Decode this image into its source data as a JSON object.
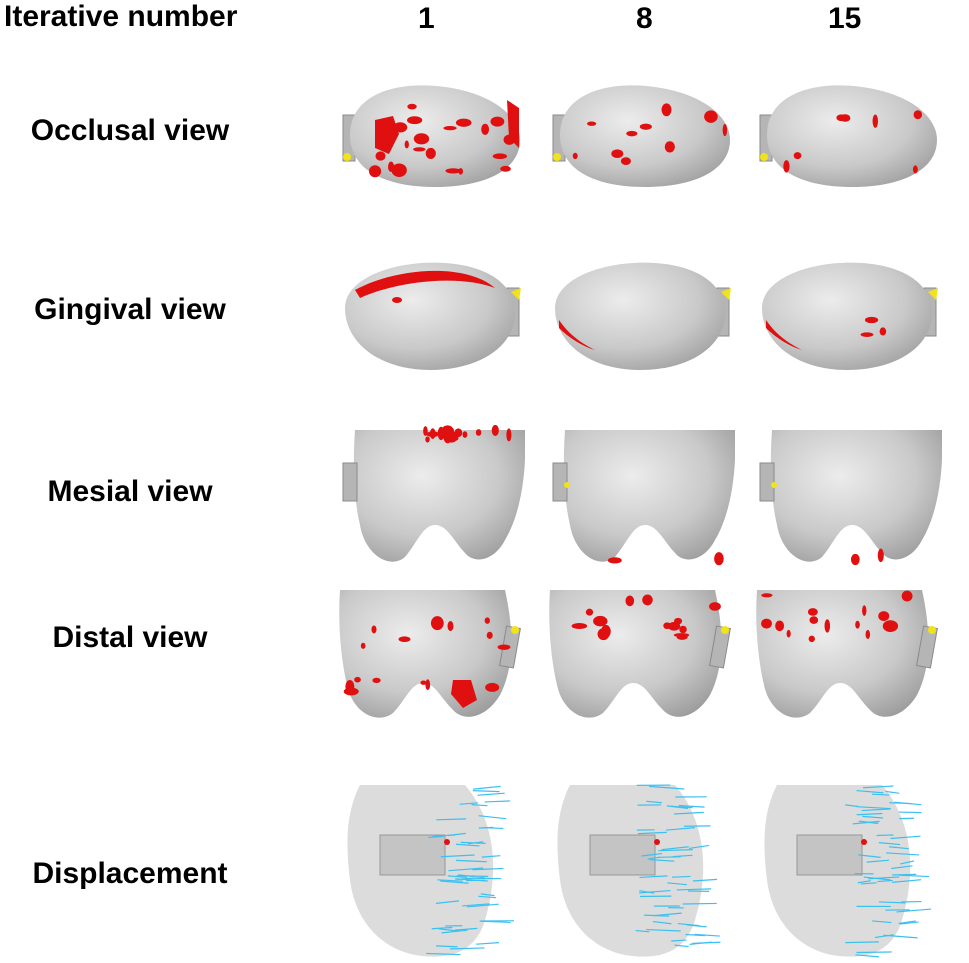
{
  "header": {
    "corner_label": "Iterative number",
    "columns": [
      "1",
      "8",
      "15"
    ]
  },
  "rows": [
    {
      "label": "Occlusal view",
      "view": "occlusal"
    },
    {
      "label": "Gingival view",
      "view": "gingival"
    },
    {
      "label": "Mesial view",
      "view": "mesial"
    },
    {
      "label": "Distal view",
      "view": "distal"
    },
    {
      "label": "Displacement",
      "view": "displacement"
    }
  ],
  "colors": {
    "tooth_fill": "#c9c9c9",
    "tooth_shadow": "#9c9c9c",
    "stress_red": "#e01010",
    "stress_yellow": "#f2e21a",
    "arrow_cyan": "#3cc0f0"
  }
}
